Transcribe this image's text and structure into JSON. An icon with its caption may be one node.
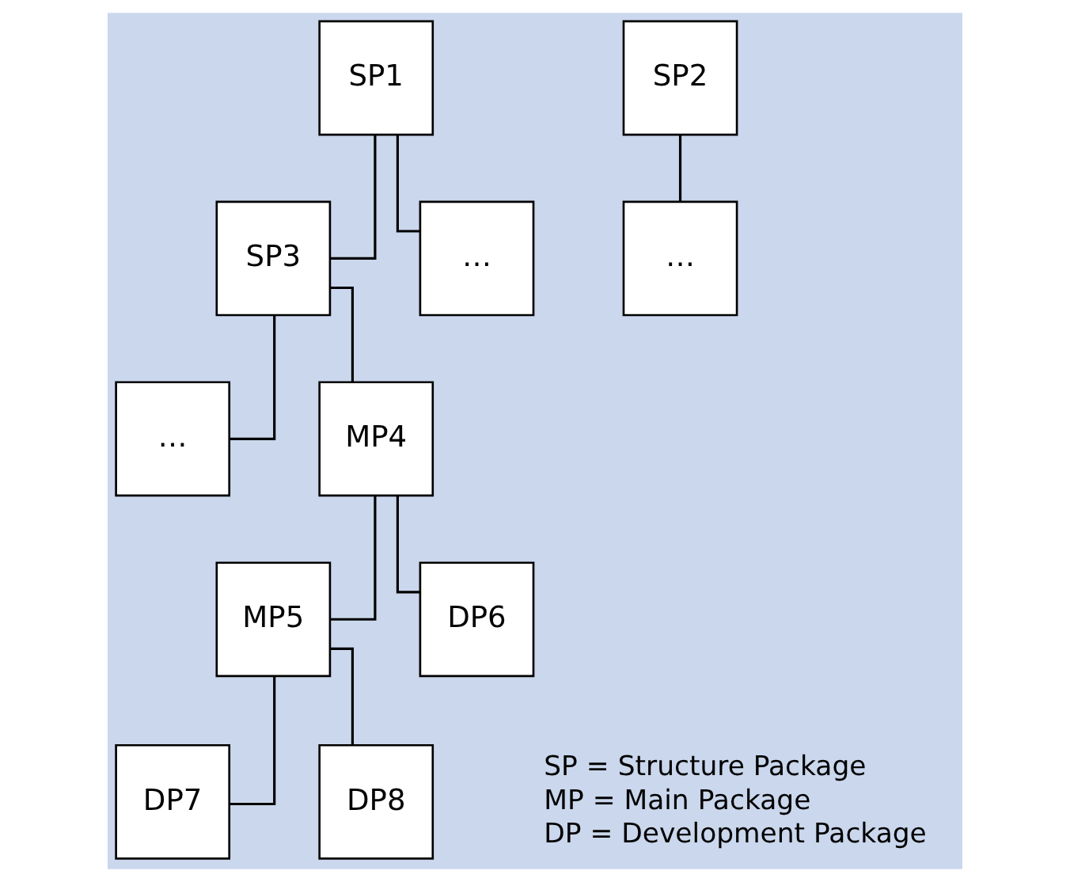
{
  "diagram": {
    "nodes": [
      {
        "text": [
          "SP1"
        ]
      },
      {
        "text": [
          "SP2"
        ]
      },
      {
        "text": [
          "SP3"
        ]
      },
      {
        "text": [
          "…"
        ]
      },
      {
        "text": [
          "…"
        ]
      },
      {
        "text": [
          "…"
        ]
      },
      {
        "text": [
          "MP4"
        ]
      },
      {
        "text": [
          "MP5"
        ]
      },
      {
        "text": [
          "DP6"
        ]
      },
      {
        "text": [
          "DP7"
        ]
      },
      {
        "text": [
          "DP8"
        ]
      }
    ],
    "edges": [
      {
        "from": 0,
        "to": 2,
        "arrow": "none"
      },
      {
        "from": 0,
        "to": 3,
        "arrow": "none"
      },
      {
        "from": 1,
        "to": 4,
        "arrow": "none"
      },
      {
        "from": 2,
        "to": 5,
        "arrow": "none"
      },
      {
        "from": 2,
        "to": 6,
        "arrow": "none"
      },
      {
        "from": 6,
        "to": 7,
        "arrow": "none"
      },
      {
        "from": 6,
        "to": 8,
        "arrow": "none"
      },
      {
        "from": 7,
        "to": 9,
        "arrow": "none"
      },
      {
        "from": 7,
        "to": 10,
        "arrow": "none"
      }
    ],
    "labels": [
      "SP = Structure Package",
      "MP = Main Package",
      "DP = Development Package"
    ]
  }
}
